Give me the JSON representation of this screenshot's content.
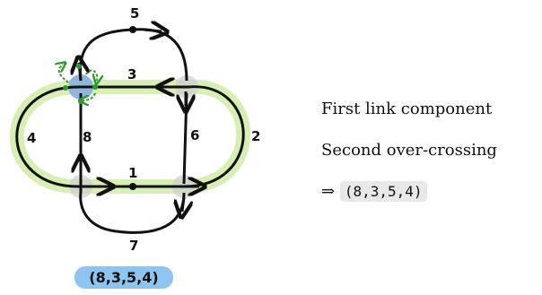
{
  "diagram": {
    "edge_labels": {
      "e1": "1",
      "e2": "2",
      "e3": "3",
      "e4": "4",
      "e5": "5",
      "e6": "6",
      "e7": "7",
      "e8": "8"
    },
    "sequence_label": "(8,3,5,4)",
    "colors": {
      "stroke": "#111111",
      "highlight": "#d7efb4",
      "crossing_node": "#cfcfcf",
      "selected_node": "#8fb5e0",
      "green_arrows": "#2e9a2e",
      "badge": "#8ec5f0"
    }
  },
  "caption": {
    "line1": "First link component",
    "line2": "Second over-crossing",
    "implies": "⇒",
    "result": "(8,3,5,4)"
  }
}
